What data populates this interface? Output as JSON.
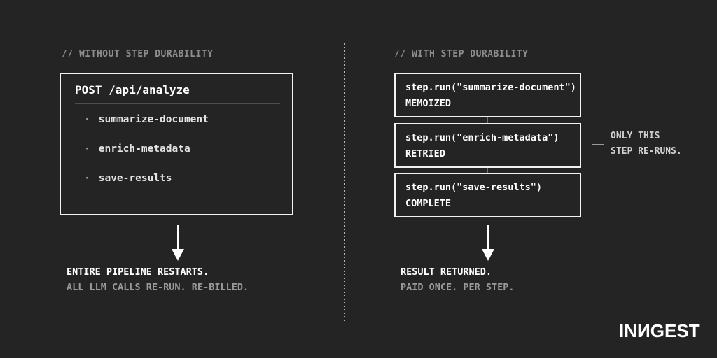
{
  "left": {
    "header": "// WITHOUT STEP DURABILITY",
    "box": {
      "title": "POST /api/analyze",
      "bullet": "·",
      "items": [
        "summarize-document",
        "enrich-metadata",
        "save-results"
      ]
    },
    "caption_primary": "ENTIRE PIPELINE RESTARTS.",
    "caption_secondary": "ALL LLM CALLS RE-RUN. RE-BILLED."
  },
  "right": {
    "header": "// WITH STEP DURABILITY",
    "steps": [
      {
        "code": "step.run(\"summarize-document\")",
        "status": "MEMOIZED"
      },
      {
        "code": "step.run(\"enrich-metadata\")",
        "status": "RETRIED"
      },
      {
        "code": "step.run(\"save-results\")",
        "status": "COMPLETE"
      }
    ],
    "callout": {
      "line1": "ONLY THIS",
      "line2": "STEP RE-RUNS."
    },
    "caption_primary": "RESULT RETURNED.",
    "caption_secondary": "PAID ONCE. PER STEP."
  },
  "footer": {
    "logo": "INNGEST",
    "logo_parts": {
      "pre": "IN",
      "mirrored": "N",
      "post": "GEST"
    }
  },
  "colors": {
    "background": "#242424",
    "foreground": "#ffffff",
    "muted_text": "#8d8d8d",
    "secondary_text": "#9a9a9a",
    "box_border": "#f2f2f2",
    "divider_dots": "#b3b3b3"
  }
}
